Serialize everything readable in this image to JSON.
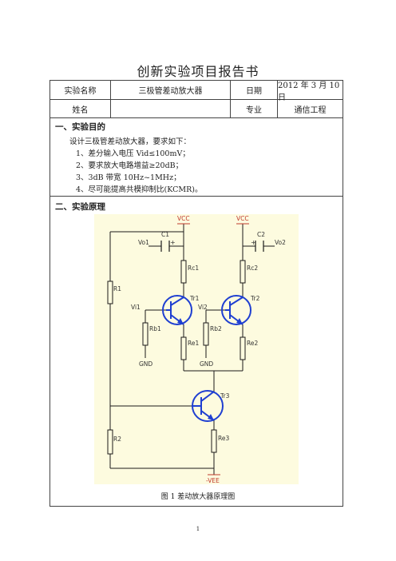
{
  "title": "创新实验项目报告书",
  "table": {
    "row1": {
      "label_name": "实验名称",
      "value_name": "三极管差动放大器",
      "label_date": "日期",
      "value_date": "2012 年 3 月 10 日"
    },
    "row2": {
      "label_person": "姓名",
      "value_person": "",
      "label_major": "专业",
      "value_major": "通信工程"
    }
  },
  "section1": {
    "heading": "一、实验目的",
    "intro": "设计三极管差动放大器，要求如下：",
    "items": [
      "1、差分输入电压 Vid≤100mV；",
      "2、要求放大电路增益≥20dB；",
      "3、3dB 带宽 10Hz~1MHz；",
      "4、尽可能提高共模抑制比(KCMR)。"
    ]
  },
  "section2": {
    "heading": "二、实验原理"
  },
  "circuit": {
    "labels": {
      "vcc1": "VCC",
      "vcc2": "VCC",
      "c1": "C1",
      "c2": "C2",
      "vo1": "Vo1",
      "vo2": "Vo2",
      "rc1": "Rc1",
      "rc2": "Rc2",
      "r1": "R1",
      "r2": "R2",
      "tr1": "Tr1",
      "tr2": "Tr2",
      "tr3": "Tr3",
      "vi1": "Vi1",
      "vi2": "Vi2",
      "rb1": "Rb1",
      "rb2": "Rb2",
      "re1": "Re1",
      "re2": "Re2",
      "re3": "Re3",
      "gnd1": "GND",
      "gnd2": "GND",
      "vee": "-VEE",
      "plus1": "+",
      "plus2": "+"
    },
    "colors": {
      "wire": "#1a1a1a",
      "supply": "#c0392b",
      "transistor": "#1f3fd1",
      "background": "#fdfbdf"
    }
  },
  "caption": "图 1   差动放大器原理图",
  "page_number": "1"
}
